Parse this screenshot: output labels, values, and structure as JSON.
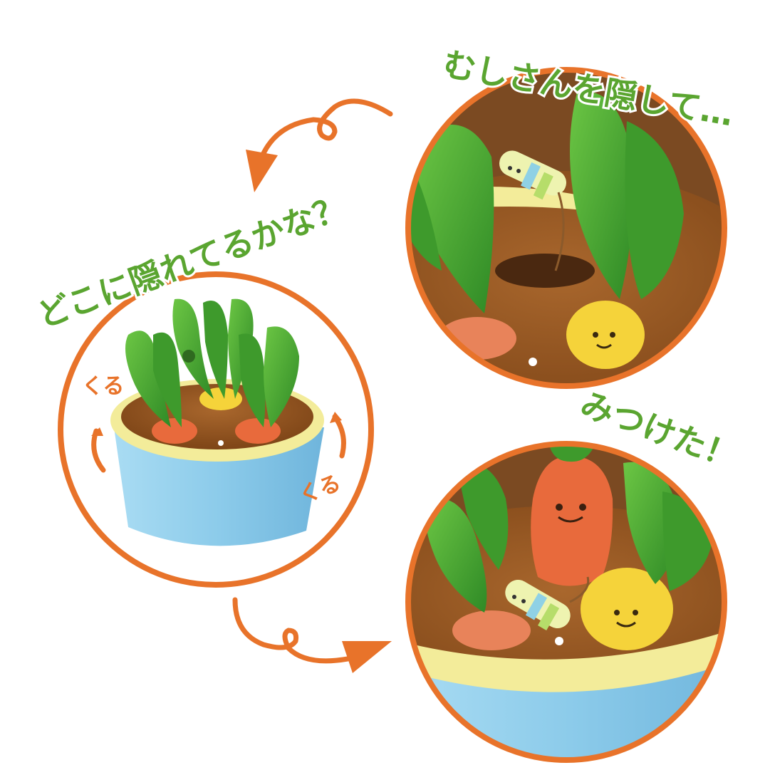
{
  "captions": {
    "hide": "むしさんを隠して…",
    "where": "どこに隠れてるかな？",
    "found": "みつけた！"
  },
  "rotate_labels": {
    "left": "くる",
    "right": "くる"
  },
  "colors": {
    "ring": "#e8732a",
    "caption": "#5aa530",
    "leaf": "#4cae32",
    "soil": "#9a5a24",
    "pot_blue": "#8fcbea",
    "rim_yellow": "#f3ec9a",
    "carrot": "#e86a3c",
    "turnip": "#f5d33a"
  }
}
